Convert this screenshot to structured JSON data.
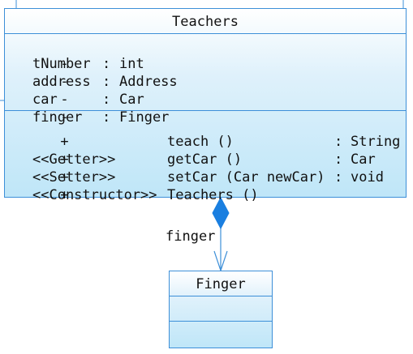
{
  "teachers_class": {
    "name": "Teachers",
    "attributes": [
      {
        "visibility": "-",
        "name": "tNumber",
        "sep": ":",
        "type": "int"
      },
      {
        "visibility": "-",
        "name": "address",
        "sep": ":",
        "type": "Address"
      },
      {
        "visibility": "-",
        "name": "car",
        "sep": ":",
        "type": "Car"
      },
      {
        "visibility": "-",
        "name": "finger",
        "sep": ":",
        "type": "Finger"
      }
    ],
    "operations": [
      {
        "visibility": "+",
        "stereotype": "",
        "signature": "teach ()",
        "sep": ":",
        "return": "String"
      },
      {
        "visibility": "+",
        "stereotype": "<<Getter>>",
        "signature": "getCar ()",
        "sep": ":",
        "return": "Car"
      },
      {
        "visibility": "+",
        "stereotype": "<<Setter>>",
        "signature": "setCar (Car newCar)",
        "sep": ":",
        "return": "void"
      },
      {
        "visibility": "+",
        "stereotype": "<<Constructor>>",
        "signature": "Teachers ()",
        "sep": "",
        "return": ""
      }
    ]
  },
  "association": {
    "role_label": "finger"
  },
  "finger_class": {
    "name": "Finger"
  },
  "colors": {
    "border": "#3d8fd8",
    "diamond": "#1a7fe0",
    "fill_top": "#ffffff",
    "fill_bottom": "#bfe6f8"
  }
}
